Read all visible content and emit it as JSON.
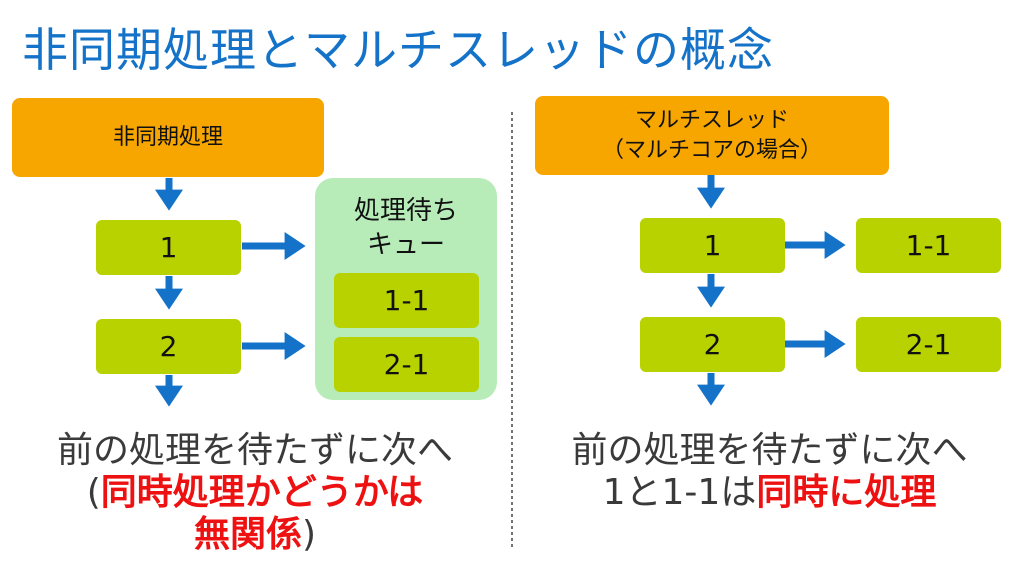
{
  "title": "非同期処理とマルチスレッドの概念",
  "left": {
    "header": "非同期処理",
    "steps": [
      "1",
      "2"
    ],
    "queue": {
      "title_line1": "処理待ち",
      "title_line2": "キュー",
      "items": [
        "1-1",
        "2-1"
      ]
    },
    "caption": {
      "line1": "前の処理を待たずに次へ",
      "line2_open": "(",
      "line2_emphasis": "同時処理かどうかは",
      "line3_emphasis": "無関係",
      "line3_close": ")"
    }
  },
  "right": {
    "header_line1": "マルチスレッド",
    "header_line2": "（マルチコアの場合）",
    "steps": [
      "1",
      "2"
    ],
    "parallel": [
      "1-1",
      "2-1"
    ],
    "caption": {
      "line1": "前の処理を待たずに次へ",
      "line2_prefix": "1と1-1は",
      "line2_emphasis": "同時に処理"
    }
  },
  "colors": {
    "title": "#1473c8",
    "header": "#f7a600",
    "step": "#b8d200",
    "queue": "#b7ecb9",
    "arrow": "#1473c8",
    "emphasis": "#ee1111"
  }
}
